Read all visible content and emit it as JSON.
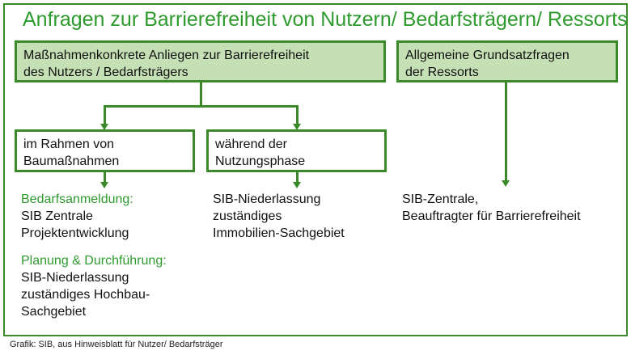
{
  "title": "Anfragen zur Barrierefreiheit von Nutzern/ Bedarfsträgern/ Ressorts",
  "box_user": [
    "Maßnahmenkonkrete Anliegen zur Barrierefreiheit",
    "des Nutzers  / Bedarfsträgers"
  ],
  "box_ressorts": [
    "Allgemeine Grundsatzfragen",
    "der Ressorts"
  ],
  "box_bau": [
    "im Rahmen von",
    "Baumaßnahmen"
  ],
  "box_nutzung": [
    "während der",
    "Nutzungsphase"
  ],
  "bau_text": {
    "heading1": "Bedarfsanmeldung:",
    "lines1": [
      "SIB Zentrale",
      "Projektentwicklung"
    ],
    "heading2": "Planung & Durchführung:",
    "lines2": [
      "SIB-Niederlassung",
      "zuständiges Hochbau-",
      "Sachgebiet"
    ]
  },
  "nutzung_text": [
    "SIB-Niederlassung",
    "zuständiges",
    "Immobilien-Sachgebiet"
  ],
  "ressorts_text": [
    "SIB-Zentrale,",
    "Beauftragter für Barrierefreiheit"
  ],
  "caption": "Grafik: SIB, aus Hinweisblatt für Nutzer/ Bedarfsträger",
  "colors": {
    "accent": "#2e9a2e",
    "box_fill": "#c5e0b4",
    "border": "#3a8a2a"
  }
}
